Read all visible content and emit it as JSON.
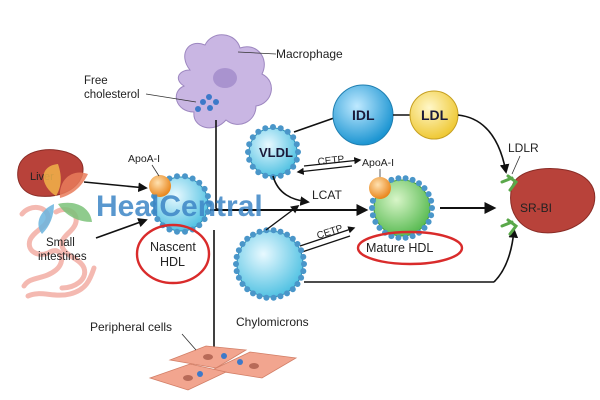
{
  "labels": {
    "macrophage": "Macrophage",
    "free_chol_1": "Free",
    "free_chol_2": "cholesterol",
    "liver": "Liver",
    "small_int_1": "Small",
    "small_int_2": "intestines",
    "apoa1_left": "ApoA-I",
    "apoa1_right": "ApoA-I",
    "nascent_1": "Nascent",
    "nascent_2": "HDL",
    "vldl": "VLDL",
    "idl": "IDL",
    "ldl": "LDL",
    "cetp_top": "CETP",
    "cetp_bottom": "CETP",
    "lcat": "LCAT",
    "mature_hdl": "Mature HDL",
    "chylomicrons": "Chylomicrons",
    "peripheral": "Peripheral cells",
    "ldlr": "LDLR",
    "srbi": "SR-BI"
  },
  "watermark": {
    "text": "HealCentral"
  },
  "colors": {
    "macrophage": "#c9b6e3",
    "liver": "#b8423a",
    "lipoprotein": "#7fd4ea",
    "idl": "#2aa5dc",
    "ldl": "#f2d14a",
    "mature_core": "#7ed37a",
    "apoa1": "#f29a2e",
    "highlight_ellipse": "#d92b2b",
    "receptor": "#5aa84a",
    "intestine": "#f4b9b1",
    "peripheral": "#f2a58f",
    "watermark": "#3d86c6"
  }
}
